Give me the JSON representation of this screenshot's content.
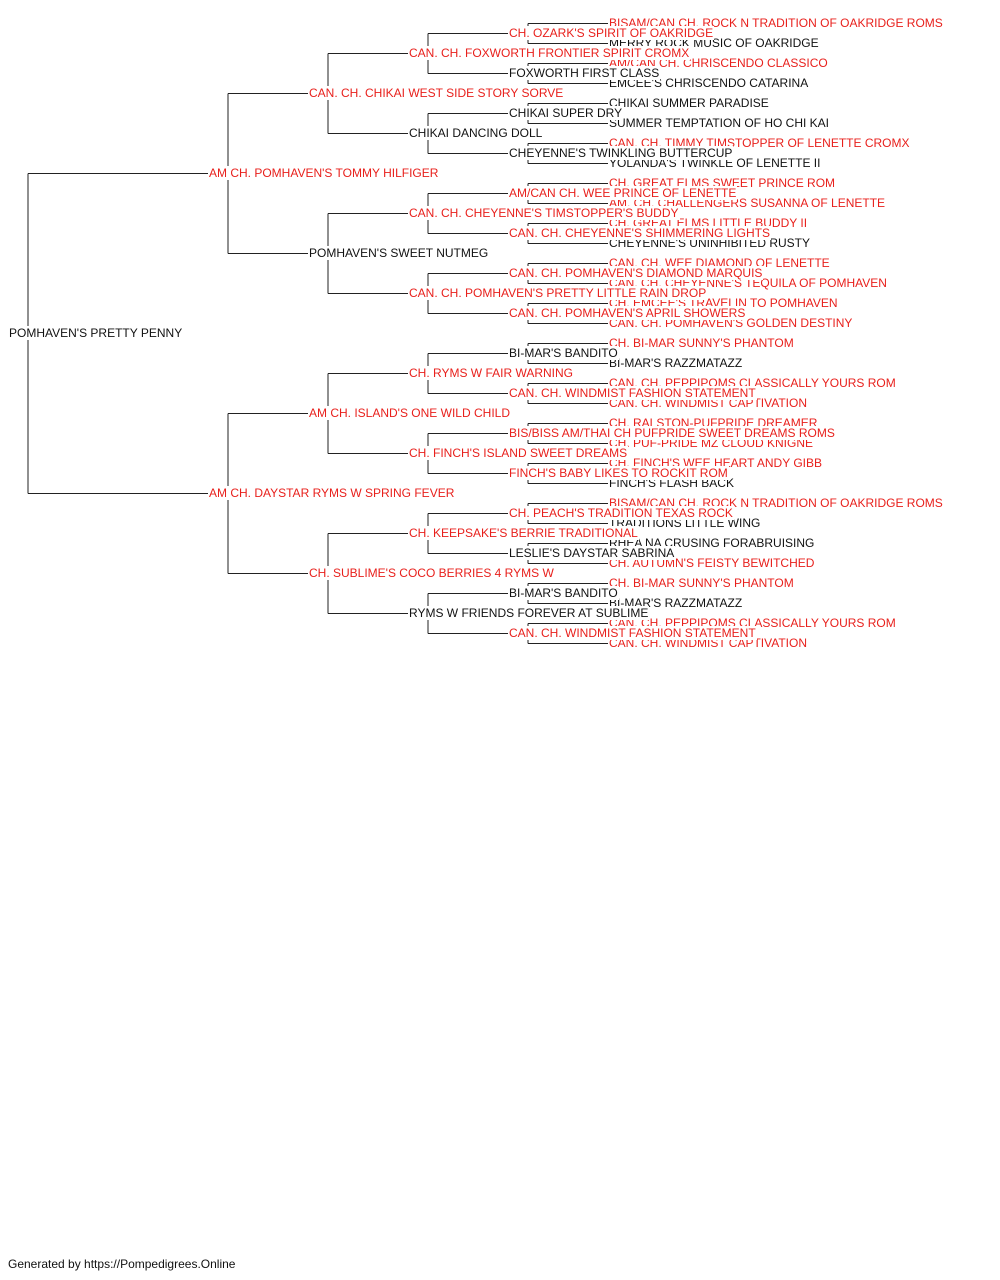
{
  "subject": {
    "name": "POMHAVEN'S PRETTY PENNY",
    "champion": false
  },
  "pedigree": [
    {
      "name": "AM CH. POMHAVEN'S TOMMY HILFIGER",
      "champion": true,
      "parents": [
        {
          "name": "CAN. CH. CHIKAI WEST SIDE STORY SORVE",
          "champion": true,
          "parents": [
            {
              "name": "CAN. CH. FOXWORTH FRONTIER SPIRIT CROMX",
              "champion": true,
              "parents": [
                {
                  "name": "CH. OZARK'S SPIRIT OF OAKRIDGE",
                  "champion": true,
                  "parents": [
                    {
                      "name": "BISAM/CAN CH. ROCK N TRADITION OF OAKRIDGE ROMS",
                      "champion": true
                    },
                    {
                      "name": "MERRY ROCK MUSIC OF OAKRIDGE",
                      "champion": false
                    }
                  ]
                },
                {
                  "name": "FOXWORTH FIRST CLASS",
                  "champion": false,
                  "parents": [
                    {
                      "name": "AM/CAN CH. CHRISCENDO CLASSICO",
                      "champion": true
                    },
                    {
                      "name": "EMCEE'S CHRISCENDO CATARINA",
                      "champion": false
                    }
                  ]
                }
              ]
            },
            {
              "name": "CHIKAI DANCING DOLL",
              "champion": false,
              "parents": [
                {
                  "name": "CHIKAI SUPER DRY",
                  "champion": false,
                  "parents": [
                    {
                      "name": "CHIKAI SUMMER PARADISE",
                      "champion": false
                    },
                    {
                      "name": "SUMMER TEMPTATION OF HO CHI KAI",
                      "champion": false
                    }
                  ]
                },
                {
                  "name": "CHEYENNE'S TWINKLING BUTTERCUP",
                  "champion": false,
                  "parents": [
                    {
                      "name": "CAN. CH. TIMMY TIMSTOPPER OF LENETTE CROMX",
                      "champion": true
                    },
                    {
                      "name": "YOLANDA'S TWINKLE OF LENETTE II",
                      "champion": false
                    }
                  ]
                }
              ]
            }
          ]
        },
        {
          "name": "POMHAVEN'S SWEET NUTMEG",
          "champion": false,
          "parents": [
            {
              "name": "CAN. CH. CHEYENNE'S TIMSTOPPER'S BUDDY",
              "champion": true,
              "parents": [
                {
                  "name": "AM/CAN CH. WEE PRINCE OF LENETTE",
                  "champion": true,
                  "parents": [
                    {
                      "name": "CH. GREAT ELMS SWEET PRINCE ROM",
                      "champion": true
                    },
                    {
                      "name": "AM. CH. CHALLENGERS SUSANNA OF LENETTE",
                      "champion": true
                    }
                  ]
                },
                {
                  "name": "CAN. CH. CHEYENNE'S SHIMMERING LIGHTS",
                  "champion": true,
                  "parents": [
                    {
                      "name": "CH. GREAT ELMS LITTLE BUDDY II",
                      "champion": true
                    },
                    {
                      "name": "CHEYENNE'S UNINHIBITED RUSTY",
                      "champion": false
                    }
                  ]
                }
              ]
            },
            {
              "name": "CAN. CH. POMHAVEN'S PRETTY LITTLE RAIN DROP",
              "champion": true,
              "parents": [
                {
                  "name": "CAN. CH. POMHAVEN'S DIAMOND MARQUIS",
                  "champion": true,
                  "parents": [
                    {
                      "name": "CAN. CH. WEE DIAMOND OF LENETTE",
                      "champion": true
                    },
                    {
                      "name": "CAN. CH. CHEYENNE'S TEQUILA OF POMHAVEN",
                      "champion": true
                    }
                  ]
                },
                {
                  "name": "CAN. CH. POMHAVEN'S APRIL SHOWERS",
                  "champion": true,
                  "parents": [
                    {
                      "name": "CH. EMCEE'S TRAVELIN TO POMHAVEN",
                      "champion": true
                    },
                    {
                      "name": "CAN. CH. POMHAVEN'S GOLDEN DESTINY",
                      "champion": true
                    }
                  ]
                }
              ]
            }
          ]
        }
      ]
    },
    {
      "name": "AM CH. DAYSTAR RYMS W SPRING FEVER",
      "champion": true,
      "parents": [
        {
          "name": "AM CH. ISLAND'S ONE WILD CHILD",
          "champion": true,
          "parents": [
            {
              "name": "CH. RYMS W FAIR WARNING",
              "champion": true,
              "parents": [
                {
                  "name": "BI-MAR'S BANDITO",
                  "champion": false,
                  "parents": [
                    {
                      "name": "CH. BI-MAR SUNNY'S PHANTOM",
                      "champion": true
                    },
                    {
                      "name": "BI-MAR'S RAZZMATAZZ",
                      "champion": false
                    }
                  ]
                },
                {
                  "name": "CAN. CH. WINDMIST FASHION STATEMENT",
                  "champion": true,
                  "parents": [
                    {
                      "name": "CAN. CH. PEPPIPOMS CLASSICALLY YOURS ROM",
                      "champion": true
                    },
                    {
                      "name": "CAN. CH. WINDMIST CAPTIVATION",
                      "champion": true
                    }
                  ]
                }
              ]
            },
            {
              "name": "CH. FINCH'S ISLAND SWEET DREAMS",
              "champion": true,
              "parents": [
                {
                  "name": "BIS/BISS AM/THAI CH PUFPRIDE SWEET DREAMS ROMS",
                  "champion": true,
                  "parents": [
                    {
                      "name": "CH. RALSTON-PUFPRIDE DREAMER",
                      "champion": true
                    },
                    {
                      "name": "CH. PUF-PRIDE MZ CLOUD KNIGNE",
                      "champion": true
                    }
                  ]
                },
                {
                  "name": "FINCH'S BABY LIKES TO ROCKIT ROM",
                  "champion": true,
                  "parents": [
                    {
                      "name": "CH. FINCH'S WEE HEART ANDY GIBB",
                      "champion": true
                    },
                    {
                      "name": "FINCH'S FLASH BACK",
                      "champion": false
                    }
                  ]
                }
              ]
            }
          ]
        },
        {
          "name": "CH. SUBLIME'S COCO BERRIES 4 RYMS W",
          "champion": true,
          "parents": [
            {
              "name": "CH. KEEPSAKE'S BERRIE TRADITIONAL",
              "champion": true,
              "parents": [
                {
                  "name": "CH. PEACH'S TRADITION TEXAS ROCK",
                  "champion": true,
                  "parents": [
                    {
                      "name": "BISAM/CAN CH. ROCK N TRADITION OF OAKRIDGE ROMS",
                      "champion": true
                    },
                    {
                      "name": "TRADITIONS LITTLE WING",
                      "champion": false
                    }
                  ]
                },
                {
                  "name": "LESLIE'S DAYSTAR SABRINA",
                  "champion": false,
                  "parents": [
                    {
                      "name": "RHEA NA CRUSING FORABRUISING",
                      "champion": false
                    },
                    {
                      "name": "CH. AUTUMN'S FEISTY BEWITCHED",
                      "champion": true
                    }
                  ]
                }
              ]
            },
            {
              "name": "RYMS W FRIENDS FOREVER AT SUBLIME",
              "champion": false,
              "parents": [
                {
                  "name": "BI-MAR'S BANDITO",
                  "champion": false,
                  "parents": [
                    {
                      "name": "CH. BI-MAR SUNNY'S PHANTOM",
                      "champion": true
                    },
                    {
                      "name": "BI-MAR'S RAZZMATAZZ",
                      "champion": false
                    }
                  ]
                },
                {
                  "name": "CAN. CH. WINDMIST FASHION STATEMENT",
                  "champion": true,
                  "parents": [
                    {
                      "name": "CAN. CH. PEPPIPOMS CLASSICALLY YOURS ROM",
                      "champion": true
                    },
                    {
                      "name": "CAN. CH. WINDMIST CAPTIVATION",
                      "champion": true
                    }
                  ]
                }
              ]
            }
          ]
        }
      ]
    }
  ],
  "colors": {
    "champion": "#e8201c",
    "plain": "#111111",
    "line": "#222222"
  },
  "footer": "Generated by https://Pompedigrees.Online"
}
